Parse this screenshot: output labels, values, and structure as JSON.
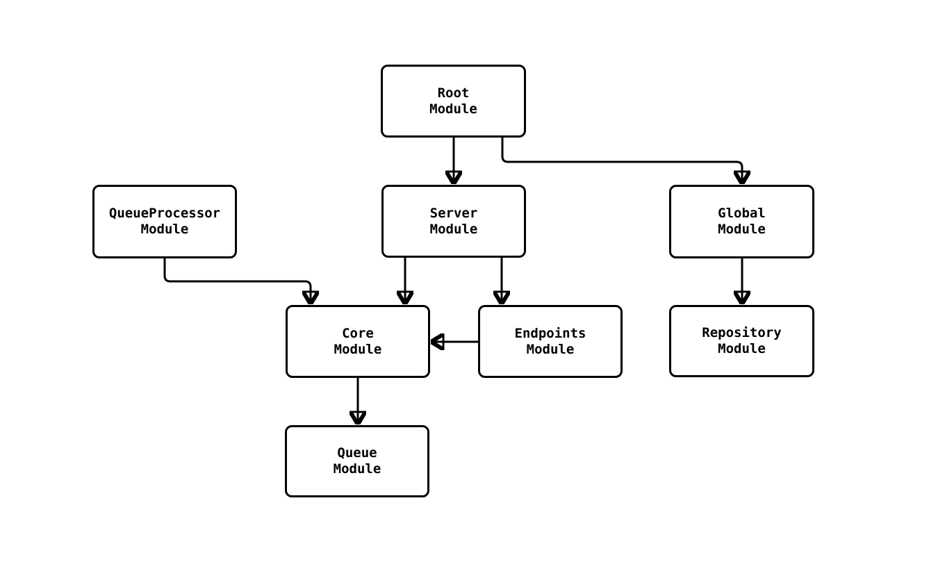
{
  "diagram": {
    "type": "module-dependency-graph",
    "colors": {
      "background": "#ffffff",
      "node_fill": "#ffffff",
      "node_border": "#000000",
      "edge": "#000000",
      "text": "#000000"
    },
    "nodes": {
      "root": {
        "line1": "Root",
        "line2": "Module"
      },
      "queueprocessor": {
        "line1": "QueueProcessor",
        "line2": "Module"
      },
      "server": {
        "line1": "Server",
        "line2": "Module"
      },
      "global": {
        "line1": "Global",
        "line2": "Module"
      },
      "core": {
        "line1": "Core",
        "line2": "Module"
      },
      "endpoints": {
        "line1": "Endpoints",
        "line2": "Module"
      },
      "repository": {
        "line1": "Repository",
        "line2": "Module"
      },
      "queue": {
        "line1": "Queue",
        "line2": "Module"
      }
    },
    "edges": [
      {
        "from": "Root Module",
        "to": "Server Module"
      },
      {
        "from": "Root Module",
        "to": "Global Module"
      },
      {
        "from": "QueueProcessor Module",
        "to": "Core Module"
      },
      {
        "from": "Server Module",
        "to": "Core Module"
      },
      {
        "from": "Server Module",
        "to": "Endpoints Module"
      },
      {
        "from": "Endpoints Module",
        "to": "Core Module"
      },
      {
        "from": "Global Module",
        "to": "Repository Module"
      },
      {
        "from": "Core Module",
        "to": "Queue Module"
      }
    ]
  }
}
